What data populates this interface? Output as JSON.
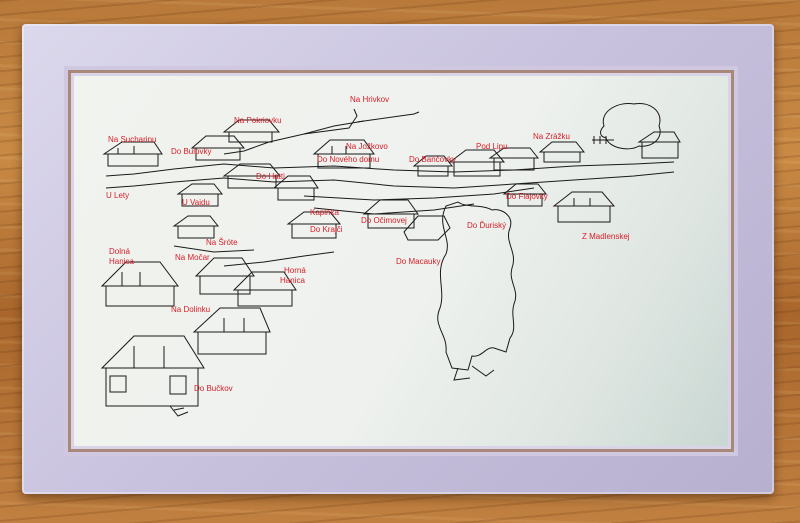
{
  "map": {
    "label_color": "#d8202a",
    "line_color": "#1a1a1a",
    "labels": [
      {
        "id": "na-hrivkov",
        "text": "Na Hrivkov"
      },
      {
        "id": "na-pokriovku",
        "text": "Na Pokriovku"
      },
      {
        "id": "na-sucharinu",
        "text": "Na Sucharinu"
      },
      {
        "id": "do-bulovky",
        "text": "Do Bulovky"
      },
      {
        "id": "na-jozkovo",
        "text": "Na Jožkovo"
      },
      {
        "id": "do-noveho-domu",
        "text": "Do Nového domu"
      },
      {
        "id": "do-bancovky",
        "text": "Do Bančovky"
      },
      {
        "id": "pod-lipu",
        "text": "Pod Lipu"
      },
      {
        "id": "na-zrazku",
        "text": "Na Zrážku"
      },
      {
        "id": "do-hatti",
        "text": "Do Hatti"
      },
      {
        "id": "u-lety",
        "text": "U Lety"
      },
      {
        "id": "u-vajdu",
        "text": "U Vajdu"
      },
      {
        "id": "kaplnka",
        "text": "Kaplnka"
      },
      {
        "id": "do-flajovky",
        "text": "Do Flajovky"
      },
      {
        "id": "do-krajci",
        "text": "Do Krajči"
      },
      {
        "id": "do-ocimovej",
        "text": "Do Očimovej"
      },
      {
        "id": "do-duriskv",
        "text": "Do Ďuriský"
      },
      {
        "id": "z-madlenskej",
        "text": "Z Madlenskej"
      },
      {
        "id": "na-srote",
        "text": "Na Šróte"
      },
      {
        "id": "dolna-hanica-1",
        "text": "Dolná"
      },
      {
        "id": "dolna-hanica-2",
        "text": "Hanica"
      },
      {
        "id": "na-mocar",
        "text": "Na Močar"
      },
      {
        "id": "horna-hanica-1",
        "text": "Horná"
      },
      {
        "id": "horna-hanica-2",
        "text": "Hanica"
      },
      {
        "id": "do-macauky",
        "text": "Do Macauky"
      },
      {
        "id": "na-dolinku",
        "text": "Na Dolinku"
      },
      {
        "id": "do-buckov",
        "text": "Do Bučkov"
      }
    ]
  }
}
